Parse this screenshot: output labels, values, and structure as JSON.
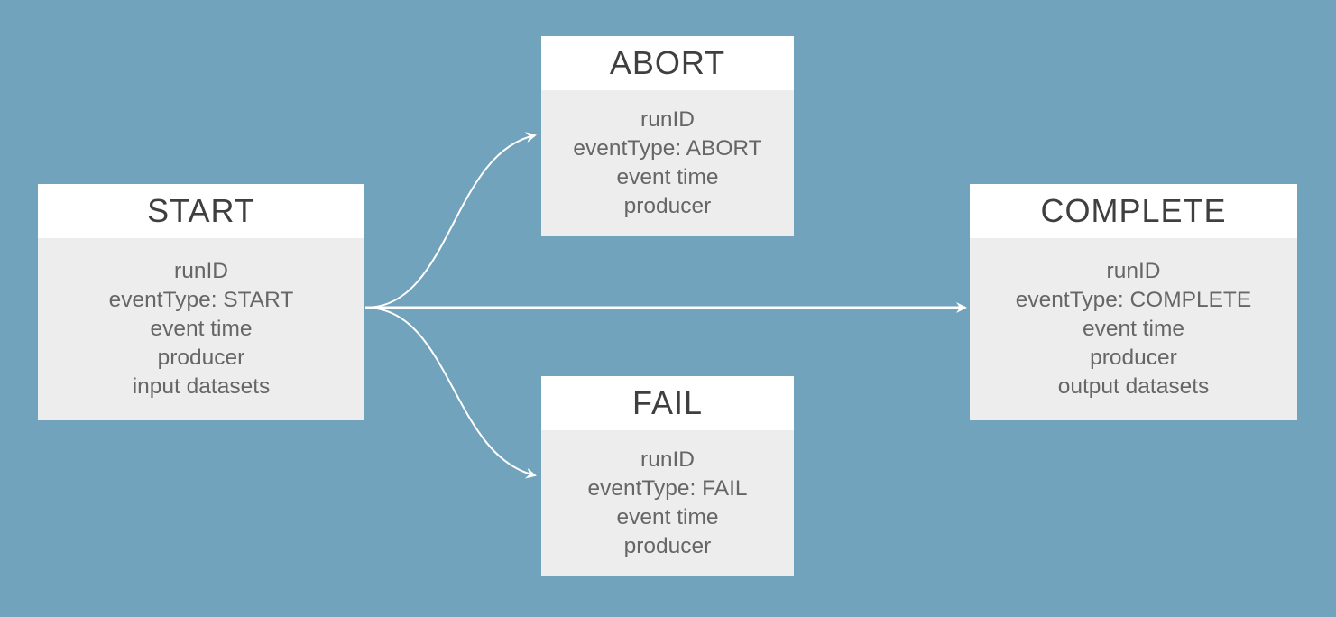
{
  "colors": {
    "background": "#72a3bc",
    "node_header": "#ffffff",
    "node_body": "#ededed",
    "title_text": "#3f3f3f",
    "body_text": "#666666",
    "arrow": "#ffffff"
  },
  "nodes": {
    "start": {
      "title": "START",
      "fields": [
        "runID",
        "eventType: START",
        "event time",
        "producer",
        "input datasets"
      ]
    },
    "abort": {
      "title": "ABORT",
      "fields": [
        "runID",
        "eventType: ABORT",
        "event time",
        "producer"
      ]
    },
    "fail": {
      "title": "FAIL",
      "fields": [
        "runID",
        "eventType: FAIL",
        "event time",
        "producer"
      ]
    },
    "complete": {
      "title": "COMPLETE",
      "fields": [
        "runID",
        "eventType: COMPLETE",
        "event time",
        "producer",
        "output datasets"
      ]
    }
  },
  "edges": [
    {
      "from": "start",
      "to": "abort"
    },
    {
      "from": "start",
      "to": "complete"
    },
    {
      "from": "start",
      "to": "fail"
    }
  ]
}
